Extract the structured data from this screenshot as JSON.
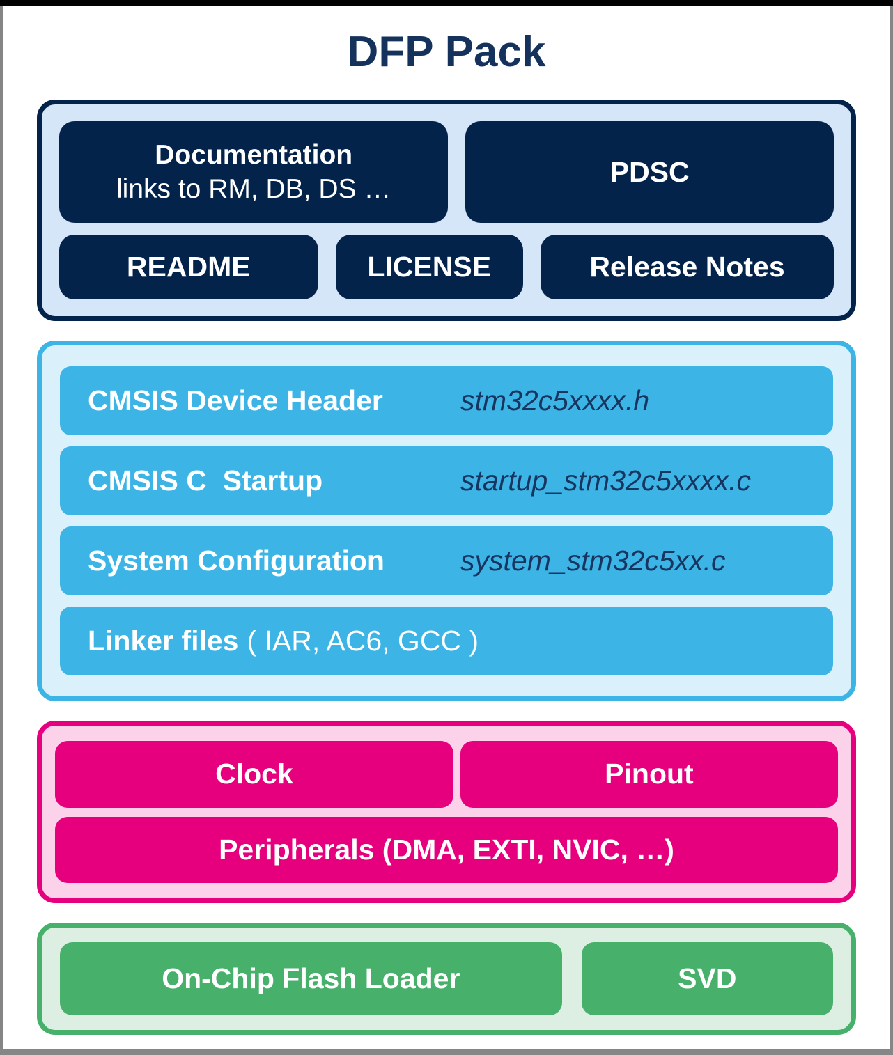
{
  "title": "DFP Pack",
  "colors": {
    "navy": "#03234b",
    "title_navy": "#14325c",
    "light_blue": "#d5e6f9",
    "cyan": "#3cb4e6",
    "light_cyan": "#daf1fb",
    "file_navy": "#17355f",
    "pink": "#e6007e",
    "light_pink": "#fcd2eb",
    "green": "#47b16c",
    "light_green": "#dcefe2",
    "frame_gray": "#868686",
    "frame_black": "#010101"
  },
  "sections": {
    "documentation": {
      "doc_title": "Documentation",
      "doc_subtitle": "links to RM, DB, DS …",
      "pdsc": "PDSC",
      "readme": "README",
      "license": "LICENSE",
      "release_notes": "Release Notes"
    },
    "cmsis": {
      "rows": [
        {
          "label": "CMSIS Device Header",
          "file": "stm32c5xxxx.h"
        },
        {
          "label": "CMSIS C  Startup",
          "file": "startup_stm32c5xxxx.c"
        },
        {
          "label": "System Configuration",
          "file": "system_stm32c5xx.c"
        },
        {
          "label": "Linker files",
          "suffix": "( IAR, AC6, GCC )"
        }
      ]
    },
    "config": {
      "clock": "Clock",
      "pinout": "Pinout",
      "peripherals": "Peripherals (DMA, EXTI, NVIC, …)"
    },
    "tools": {
      "flash_loader": "On-Chip Flash Loader",
      "svd": "SVD"
    }
  }
}
